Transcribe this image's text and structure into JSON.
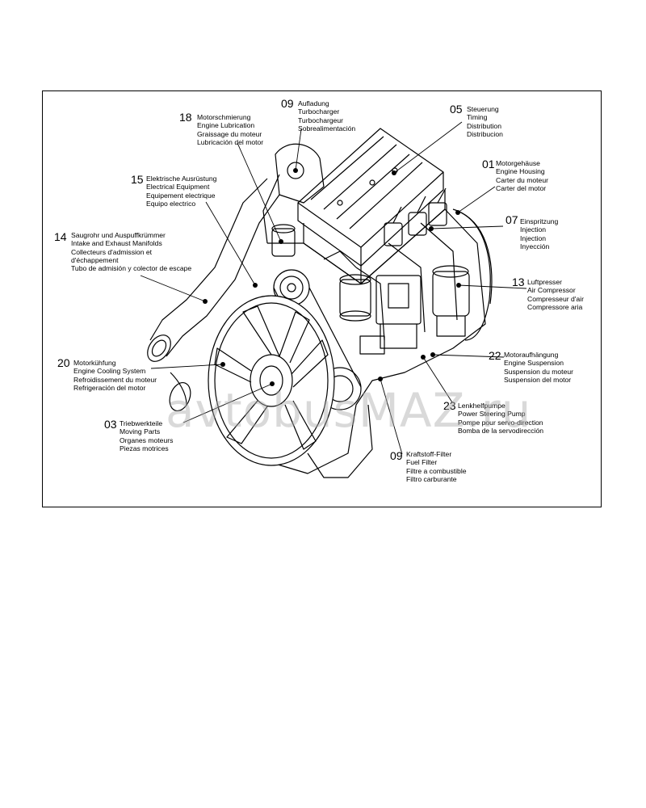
{
  "watermark": "avtobusMAZ.ru",
  "callouts": [
    {
      "number": "18",
      "lines": [
        "Motorschmierung",
        "Engine Lubrication",
        "Graissage du moteur",
        "Lubricación del motor"
      ]
    },
    {
      "number": "09",
      "lines": [
        "Aufladung",
        "Turbocharger",
        "Turbochargeur",
        "Sobrealimentación"
      ]
    },
    {
      "number": "05",
      "lines": [
        "Steuerung",
        "Timing",
        "Distribution",
        "Distribucion"
      ]
    },
    {
      "number": "01",
      "lines": [
        "Motorgehäuse",
        "Engine Housing",
        "Carter du moteur",
        "Carter del motor"
      ]
    },
    {
      "number": "15",
      "lines": [
        "Elektrische Ausrüstung",
        "Electrical Equipment",
        "Equipement electrique",
        "Equipo electrico"
      ]
    },
    {
      "number": "14",
      "lines": [
        "Saugrohr und Auspuffkrümmer",
        "Intake and Exhaust Manifolds",
        "Collecteurs d'admission et",
        "d'échappement",
        "Tubo de admisión y colector de escape"
      ]
    },
    {
      "number": "07",
      "lines": [
        "Einspritzung",
        "Injection",
        "Injection",
        "Inyección"
      ]
    },
    {
      "number": "13",
      "lines": [
        "Luftpresser",
        "Air Compressor",
        "Compresseur d'air",
        "Compressore aria"
      ]
    },
    {
      "number": "22",
      "lines": [
        "Motoraufhängung",
        "Engine Suspension",
        "Suspension du moteur",
        "Suspension del motor"
      ]
    },
    {
      "number": "20",
      "lines": [
        "Motorkühfung",
        "Engine Cooling System",
        "Refroidissement du moteur",
        "Refrigeración del motor"
      ]
    },
    {
      "number": "23",
      "lines": [
        "Lenkhelfpumpe",
        "Power Steering Pump",
        "Pompe pour servo-direction",
        "Bomba de la servodirección"
      ]
    },
    {
      "number": "03",
      "lines": [
        "Triebwerkteile",
        "Moving Parts",
        "Organes moteurs",
        "Piezas motrices"
      ]
    },
    {
      "number": "09",
      "lines": [
        "Kraftstoff-Filter",
        "Fuel Filter",
        "Filtre a combustible",
        "Filtro carburante"
      ]
    }
  ]
}
